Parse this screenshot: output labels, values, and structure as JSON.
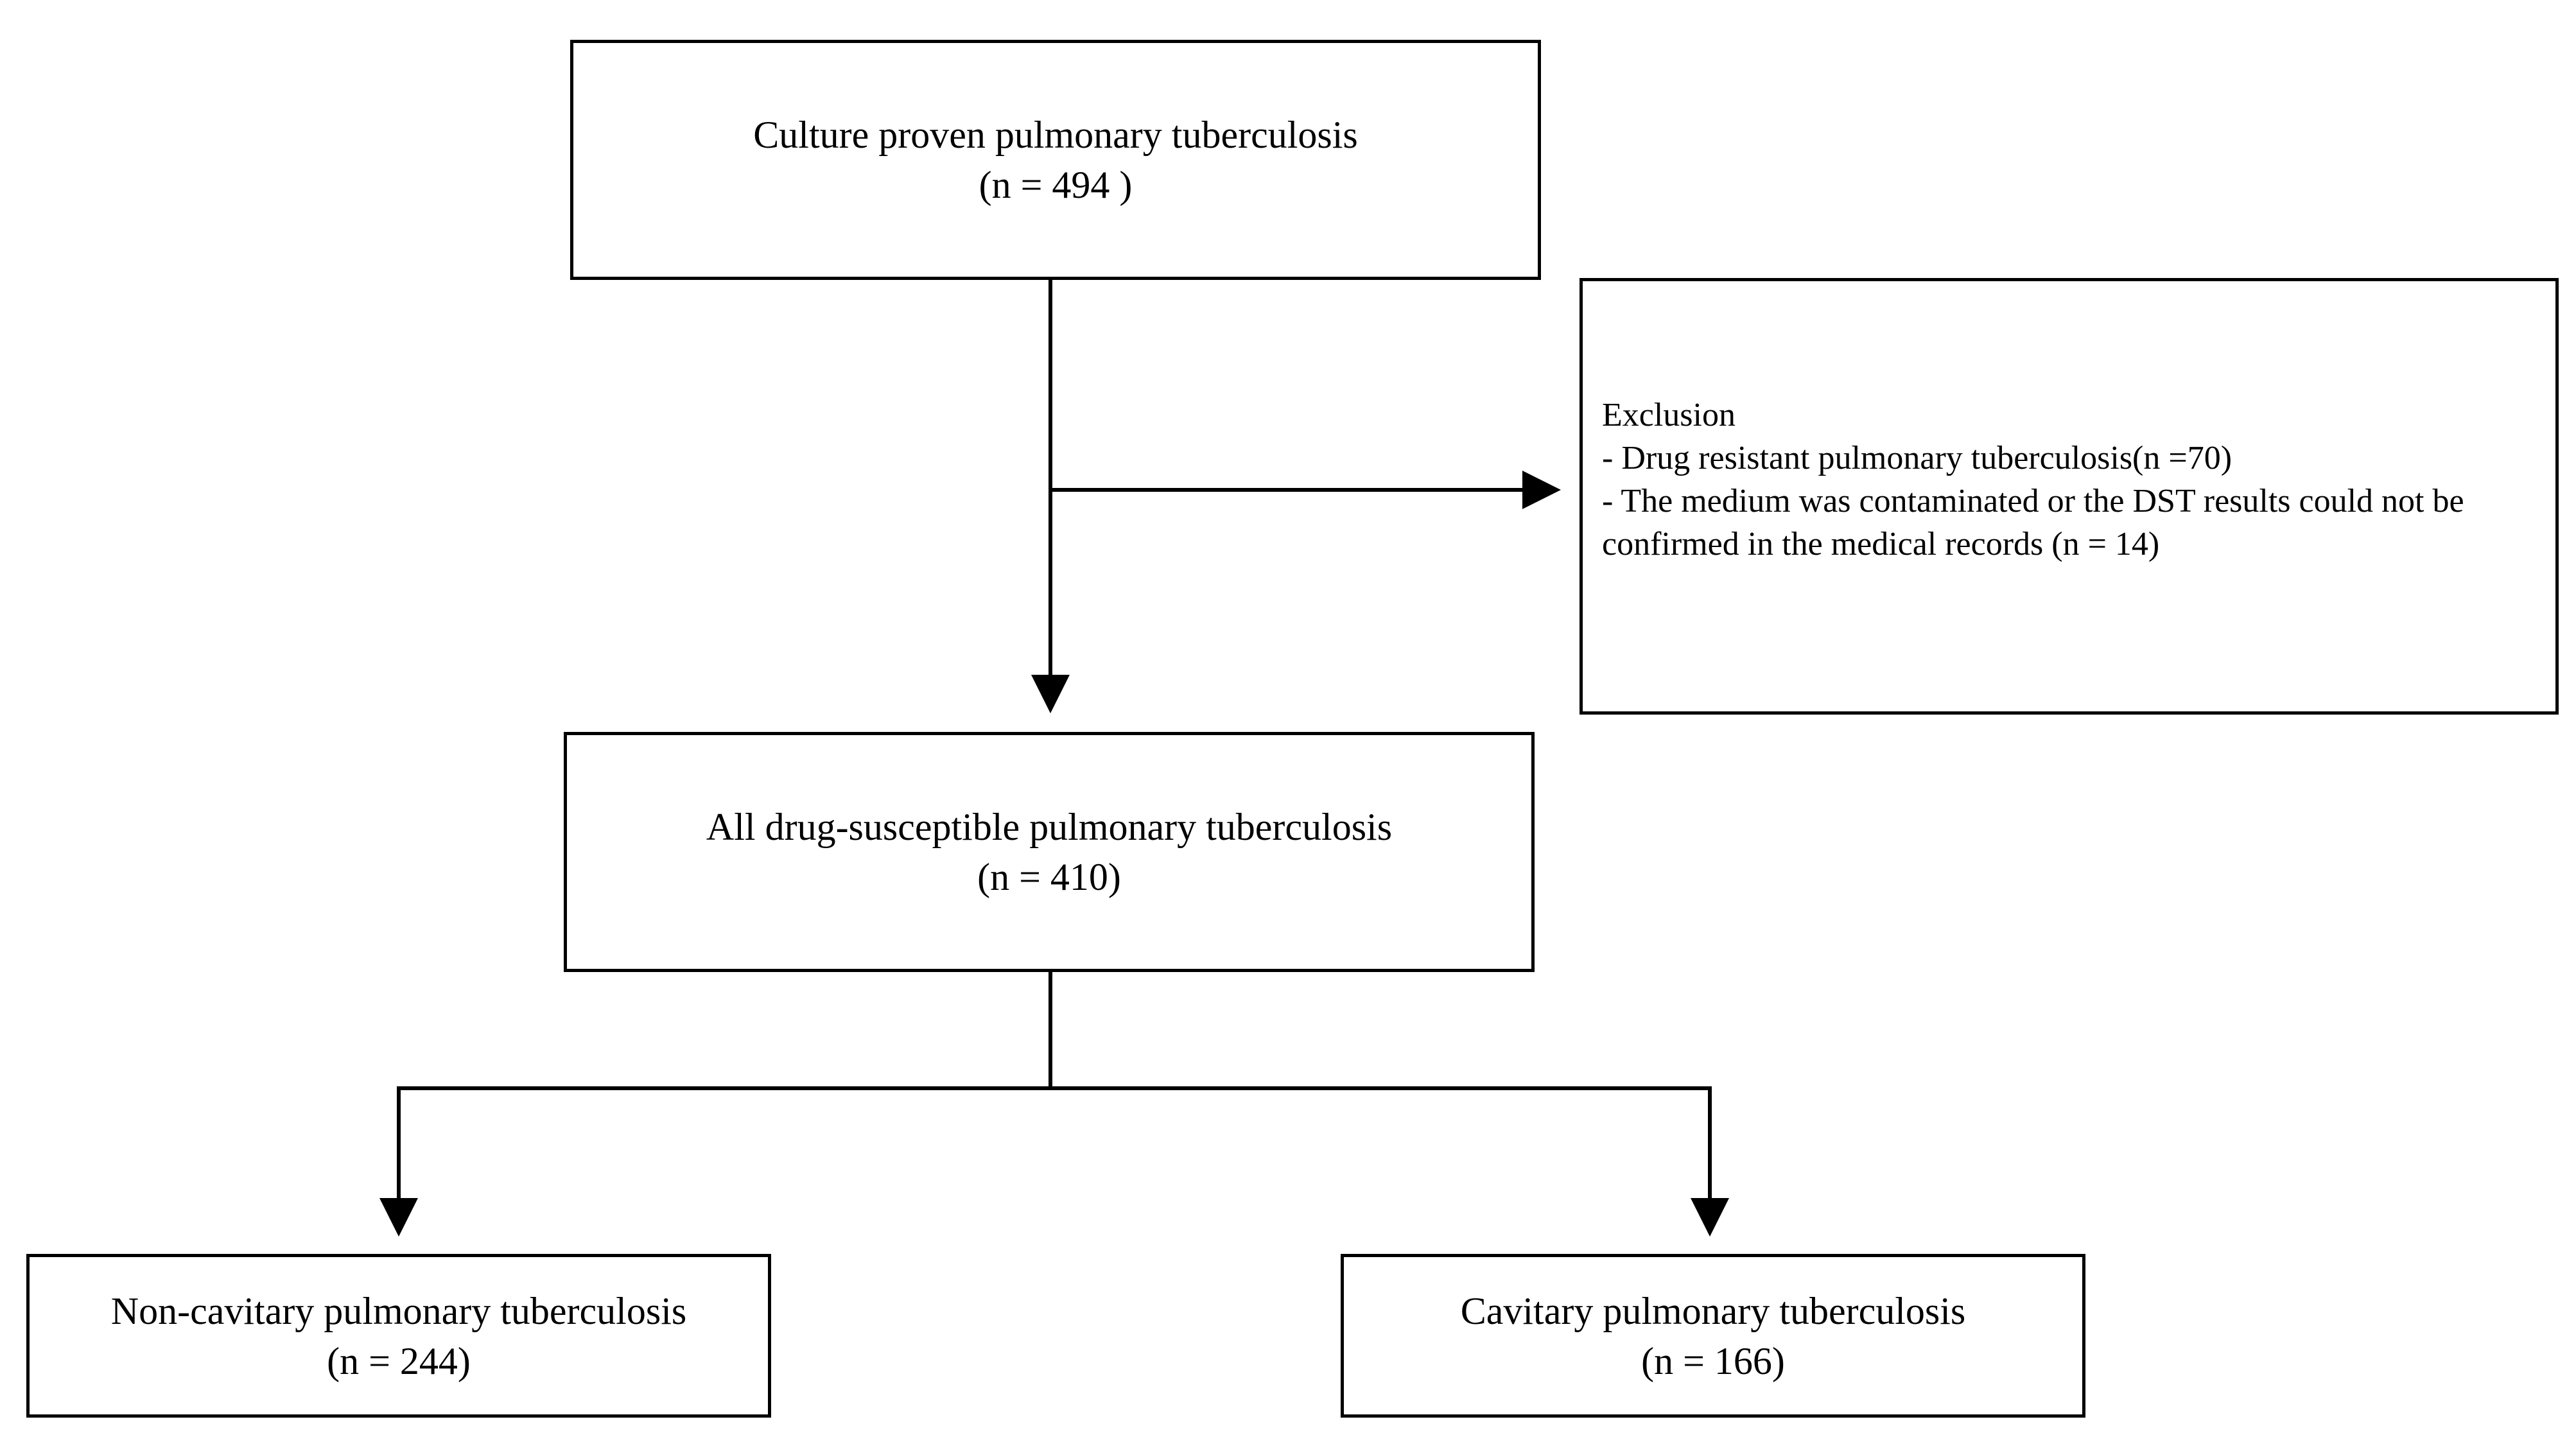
{
  "top_box": {
    "line1": "Culture proven pulmonary tuberculosis",
    "line2": "(n = 494 )"
  },
  "exclusion_box": {
    "heading": "Exclusion",
    "line1": "- Drug resistant pulmonary tuberculosis(n =70)",
    "line2": "- The medium was contaminated or the DST results could not be",
    "line3": "confirmed in the medical records (n = 14)"
  },
  "middle_box": {
    "line1": "All drug-susceptible pulmonary tuberculosis",
    "line2": "(n = 410)"
  },
  "left_box": {
    "line1": "Non-cavitary pulmonary tuberculosis",
    "line2": "(n = 244)"
  },
  "right_box": {
    "line1": "Cavitary pulmonary tuberculosis",
    "line2": "(n = 166)"
  }
}
